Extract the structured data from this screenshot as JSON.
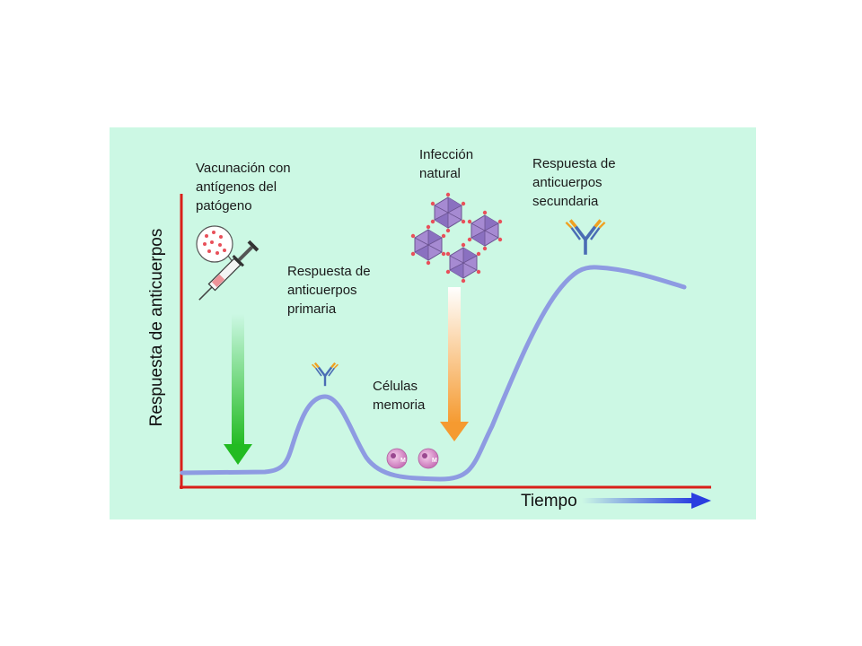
{
  "axes": {
    "y_label": "Respuesta de anticuerpos",
    "x_label": "Tiempo"
  },
  "labels": {
    "vaccination": "Vacunación con\nantígenos del\npatógeno",
    "primary": "Respuesta de\nanticuerpos\nprimaria",
    "memory": "Células\nmemoria",
    "infection": "Infección\nnatural",
    "secondary": "Respuesta de\nanticuerpos\nsecundaria",
    "memory_cell_mark": "M"
  },
  "colors": {
    "panel": "#ccf8e4",
    "axis": "#d9201a",
    "curve": "#8e9be2",
    "vaccine_arrow": "#22bb22",
    "infection_arrow": "#f59a30",
    "time_arrow": "#2a3ee0",
    "virus": "#a68ad2",
    "antibody_stem": "#4a6cb4",
    "antibody_tip": "#f0a020"
  },
  "icons": [
    "syringe-icon",
    "antigen-bubble-icon",
    "virus-icon",
    "antibody-icon",
    "memory-cell-icon"
  ]
}
